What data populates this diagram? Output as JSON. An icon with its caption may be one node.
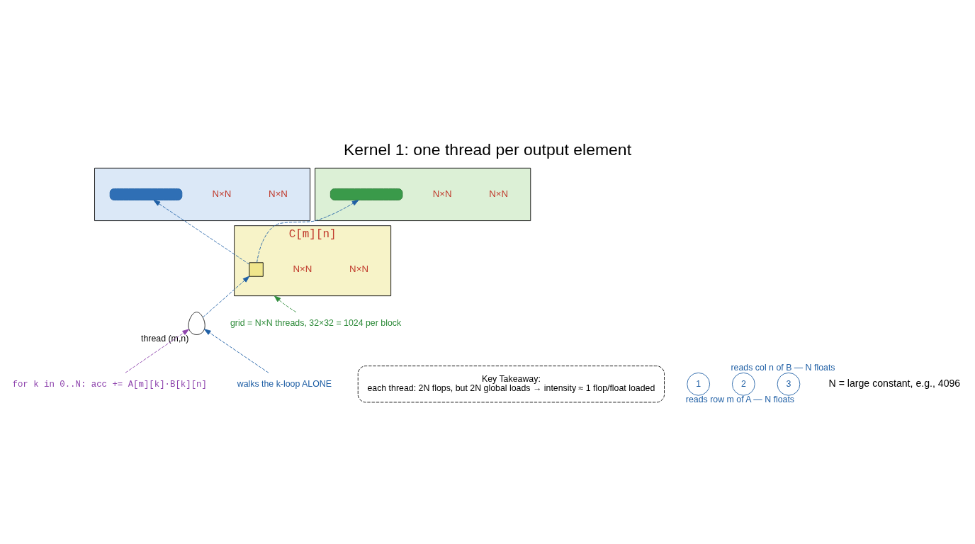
{
  "diagram": {
    "title": "Kernel 1: one thread per output element",
    "nodes": [
      {
        "text": [],
        "shape": "box",
        "beside": [
          "N×N",
          "N×N"
        ]
      },
      {
        "text": [],
        "shape": "bar",
        "in": 0
      },
      {
        "text": [],
        "shape": "box",
        "beside": [
          "N×N",
          "N×N"
        ]
      },
      {
        "text": [],
        "shape": "bar",
        "in": 2
      },
      {
        "text": [
          "C[m][n]"
        ],
        "beside": [
          "N×N",
          "N×N"
        ]
      },
      {
        "text": [],
        "shape": "box",
        "in": 4
      },
      {
        "text": [],
        "shape": "person",
        "beside": [
          "thread (m,n)"
        ]
      },
      {
        "text": [
          "for k in 0..N: acc += A[m][k]·B[k][n]"
        ]
      },
      {
        "text": [
          "walks the k-loop ALONE"
        ]
      },
      {
        "text": [
          "grid = N×N threads, 32×32 = 1024 per block"
        ]
      },
      {
        "text": [
          "Key Takeaway:",
          "each thread: 2N flops, but 2N global loads → intensity ≈ 1 flop/float loaded"
        ]
      },
      {
        "text": [
          "1"
        ],
        "beside": [
          "reads row m of A — N floats"
        ]
      },
      {
        "text": [
          "2"
        ],
        "beside": [
          "reads col n of B — N floats"
        ]
      },
      {
        "text": [
          "3"
        ]
      }
    ],
    "edges": [
      {
        "from": 5,
        "to": 1,
        "arrow": "to",
        "style": "dashed"
      },
      {
        "from": 5,
        "to": 3,
        "arrow": "to",
        "style": "dashed"
      },
      {
        "from": 6,
        "to": 5,
        "arrow": "to",
        "style": "dashed"
      },
      {
        "from": 7,
        "to": 6,
        "arrow": "to",
        "style": "dashed",
        "color": "#8e44ad"
      },
      {
        "from": 8,
        "to": 6,
        "arrow": "to",
        "style": "dashed"
      },
      {
        "from": 9,
        "to": 4,
        "arrow": "to",
        "style": "dashed",
        "color": "#2e8b3a"
      }
    ],
    "labels": [
      "N = large constant, e.g., 4096"
    ]
  }
}
